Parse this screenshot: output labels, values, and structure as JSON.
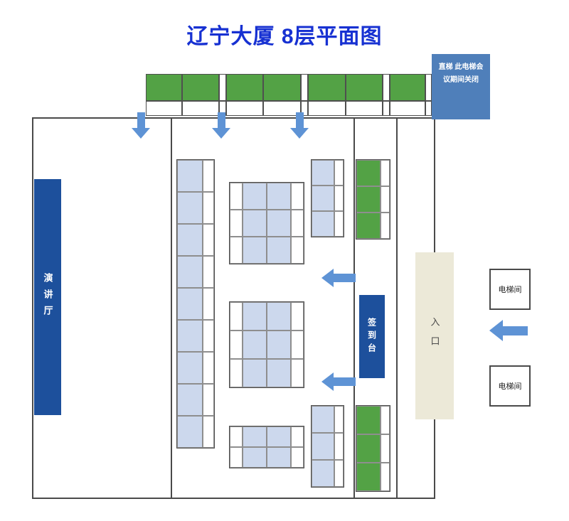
{
  "title": "辽宁大厦 8层平面图",
  "labels": {
    "lecture_hall": "演讲厅",
    "signin_desk": "签到台",
    "entrance": "入口",
    "elevator_room": "电梯间",
    "elevator_note": "直梯 此电梯会议期间关闭"
  },
  "colors": {
    "title_blue": "#1731d2",
    "room_green": "#53a245",
    "seat_light_blue": "#ccd8ed",
    "bar_dark_blue": "#1d509c",
    "arrow_blue": "#5e93d5",
    "note_box_blue": "#4f7fba",
    "entrance_beige": "#ece9d8",
    "wall_gray": "#4a4a4a"
  }
}
